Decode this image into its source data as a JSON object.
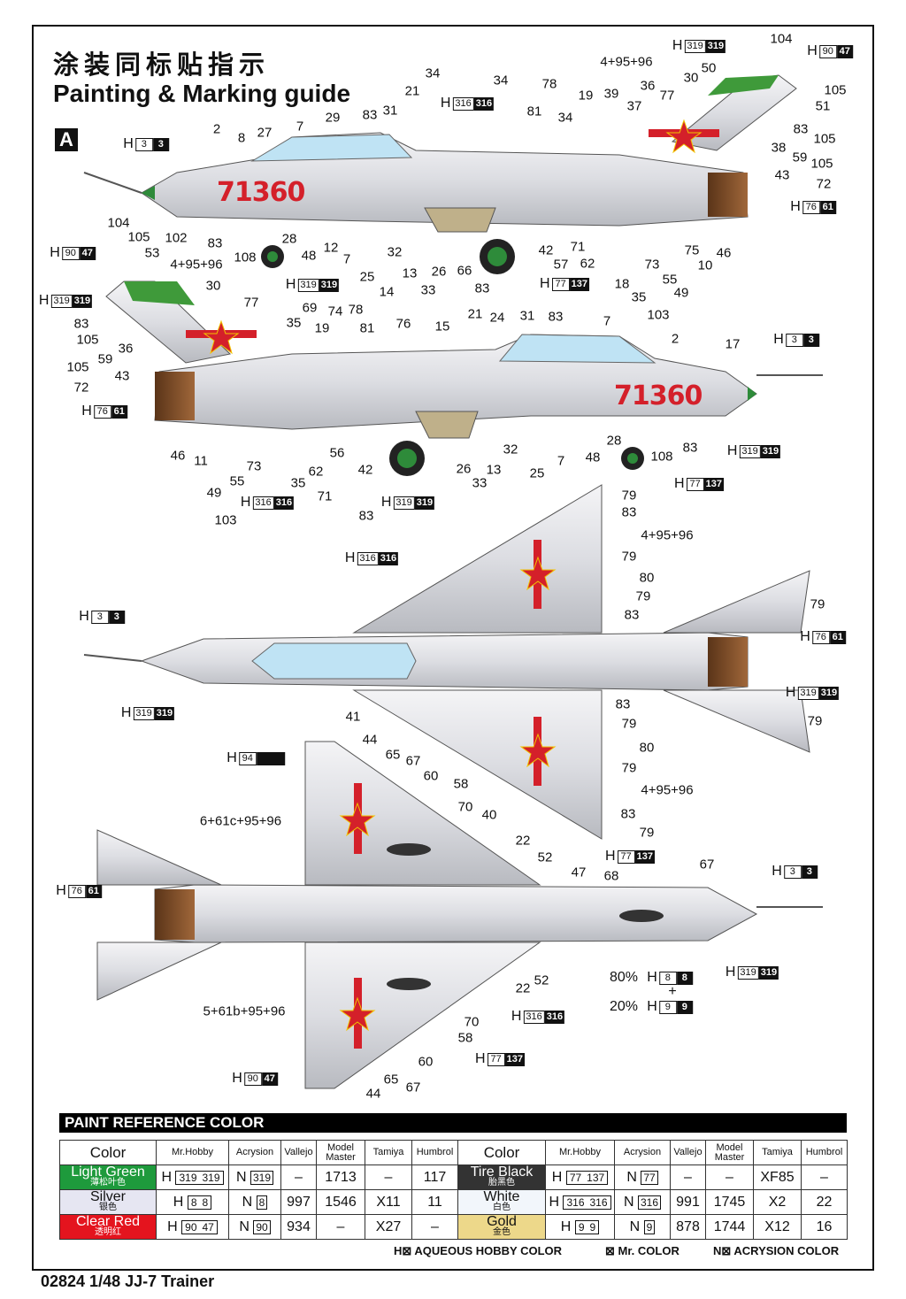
{
  "header": {
    "title_cn": "涂装同标贴指示",
    "title_en": "Painting & Marking guide",
    "scheme": "A"
  },
  "serial": "71360",
  "callouts": {
    "side1": [
      "104",
      "4+95+96",
      "30",
      "50",
      "77",
      "36",
      "105",
      "51",
      "19",
      "39",
      "37",
      "78",
      "34",
      "34",
      "34",
      "81",
      "21",
      "31",
      "83",
      "29",
      "7",
      "27",
      "8",
      "2",
      "83",
      "105",
      "38",
      "59",
      "105",
      "43",
      "72",
      "102",
      "83",
      "108",
      "28",
      "48",
      "12",
      "7",
      "32",
      "25",
      "13",
      "26",
      "14",
      "33",
      "66",
      "83",
      "42",
      "71",
      "57",
      "62",
      "18",
      "73",
      "35",
      "55",
      "49",
      "75",
      "10",
      "46",
      "103"
    ],
    "side2": [
      "104",
      "105",
      "53",
      "4+95+96",
      "30",
      "77",
      "35",
      "69",
      "19",
      "74",
      "78",
      "81",
      "76",
      "15",
      "21",
      "24",
      "31",
      "83",
      "7",
      "2",
      "17",
      "83",
      "105",
      "36",
      "59",
      "105",
      "43",
      "72",
      "46",
      "11",
      "49",
      "55",
      "73",
      "35",
      "62",
      "71",
      "103",
      "56",
      "42",
      "26",
      "13",
      "32",
      "33",
      "25",
      "7",
      "48",
      "28",
      "108",
      "83",
      "83"
    ],
    "top": [
      "79",
      "83",
      "4+95+96",
      "79",
      "80",
      "79",
      "83",
      "79",
      "41",
      "83",
      "79",
      "80",
      "79",
      "4+95+96",
      "83",
      "79",
      "79"
    ],
    "bottom": [
      "44",
      "65",
      "67",
      "60",
      "58",
      "70",
      "40",
      "6+61c+95+96",
      "22",
      "52",
      "47",
      "68",
      "67",
      "22",
      "52",
      "70",
      "58",
      "60",
      "65",
      "67",
      "44",
      "5+61b+95+96"
    ]
  },
  "paint_badges": [
    {
      "a": "319",
      "b": "319"
    },
    {
      "a": "90",
      "b": "47"
    },
    {
      "a": "3",
      "b": "3"
    },
    {
      "a": "316",
      "b": "316"
    },
    {
      "a": "76",
      "b": "61"
    },
    {
      "a": "90",
      "b": "47"
    },
    {
      "a": "319",
      "b": "319"
    },
    {
      "a": "77",
      "b": "137"
    },
    {
      "a": "319",
      "b": "319"
    },
    {
      "a": "3",
      "b": "3"
    },
    {
      "a": "76",
      "b": "61"
    },
    {
      "a": "316",
      "b": "316"
    },
    {
      "a": "319",
      "b": "319"
    },
    {
      "a": "77",
      "b": "137"
    },
    {
      "a": "319",
      "b": "319"
    },
    {
      "a": "316",
      "b": "316"
    },
    {
      "a": "3",
      "b": "3"
    },
    {
      "a": "319",
      "b": "319"
    },
    {
      "a": "76",
      "b": "61"
    },
    {
      "a": "319",
      "b": "319"
    },
    {
      "a": "76",
      "b": "61"
    },
    {
      "a": "77",
      "b": "137"
    },
    {
      "a": "3",
      "b": "3"
    },
    {
      "a": "319",
      "b": "319"
    },
    {
      "a": "316",
      "b": "316"
    },
    {
      "a": "77",
      "b": "137"
    },
    {
      "a": "90",
      "b": "47"
    }
  ],
  "h94": {
    "a": "94"
  },
  "mix": {
    "p1": "80%",
    "a1": "8",
    "b1": "8",
    "plus": "+",
    "p2": "20%",
    "a2": "9",
    "b2": "9"
  },
  "h_prefix": "H",
  "n_prefix": "N",
  "paint_table": {
    "title": "PAINT  REFERENCE COLOR",
    "headers": [
      "Color",
      "Mr.Hobby",
      "Acrysion",
      "Vallejo",
      "Model Master",
      "Tamiya",
      "Humbrol"
    ],
    "left": [
      {
        "name": "Light Green",
        "cn": "薄松叶色",
        "swatch": "#1e9a3c",
        "text": "#ffffff",
        "h1": "319",
        "h2": "319",
        "n": "319",
        "vallejo": "–",
        "mm": "1713",
        "tamiya": "–",
        "humbrol": "117"
      },
      {
        "name": "Silver",
        "cn": "银色",
        "swatch": "#e6e6f2",
        "text": "#111111",
        "h1": "8",
        "h2": "8",
        "n": "8",
        "vallejo": "997",
        "mm": "1546",
        "tamiya": "X11",
        "humbrol": "11"
      },
      {
        "name": "Clear Red",
        "cn": "透明红",
        "swatch": "#e4141e",
        "text": "#ffffff",
        "h1": "90",
        "h2": "47",
        "n": "90",
        "vallejo": "934",
        "mm": "–",
        "tamiya": "X27",
        "humbrol": "–"
      }
    ],
    "right": [
      {
        "name": "Tire Black",
        "cn": "胎黑色",
        "swatch": "#333333",
        "text": "#ffffff",
        "h1": "77",
        "h2": "137",
        "n": "77",
        "vallejo": "–",
        "mm": "–",
        "tamiya": "XF85",
        "humbrol": "–"
      },
      {
        "name": "White",
        "cn": "白色",
        "swatch": "#f2f6fb",
        "text": "#111111",
        "h1": "316",
        "h2": "316",
        "n": "316",
        "vallejo": "991",
        "mm": "1745",
        "tamiya": "X2",
        "humbrol": "22"
      },
      {
        "name": "Gold",
        "cn": "金色",
        "swatch": "#edd88a",
        "text": "#111111",
        "h1": "9",
        "h2": "9",
        "n": "9",
        "vallejo": "878",
        "mm": "1744",
        "tamiya": "X12",
        "humbrol": "16"
      }
    ],
    "legend": [
      "H⊠ AQUEOUS HOBBY COLOR",
      "⊠ Mr. COLOR",
      "N⊠ ACRYSION COLOR"
    ]
  },
  "footer": "02824 1/48 JJ-7 Trainer"
}
